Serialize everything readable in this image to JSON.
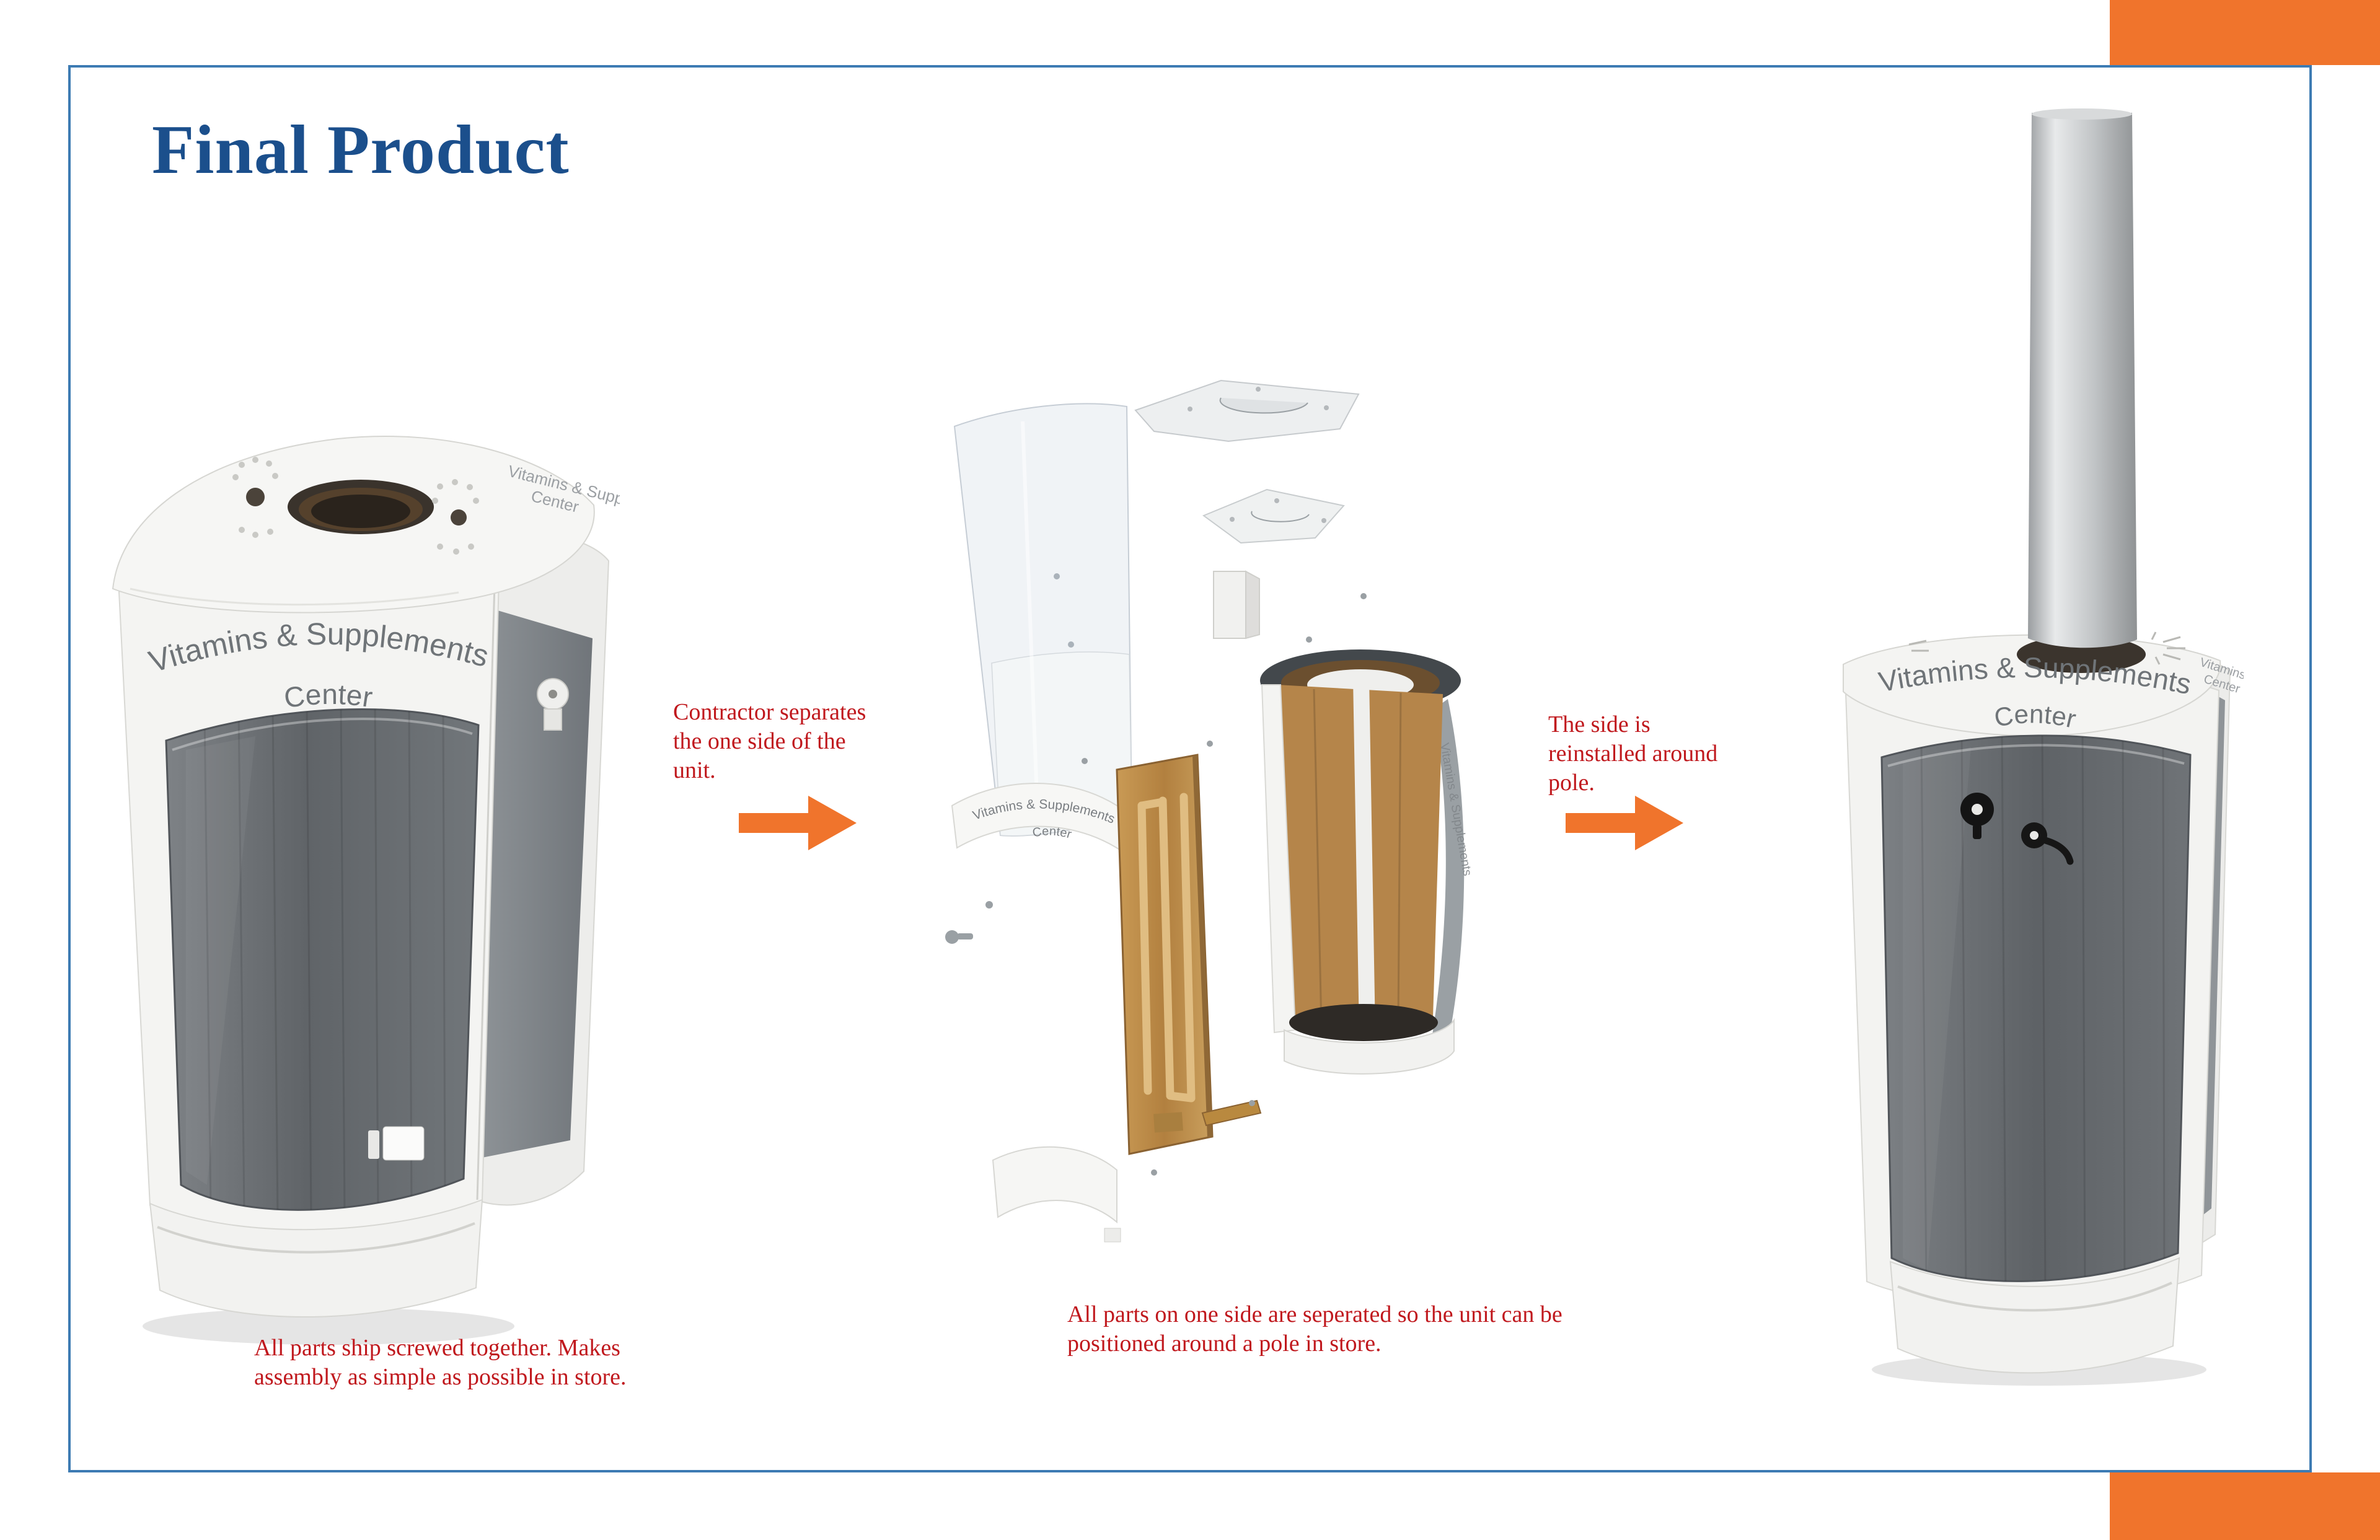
{
  "slide": {
    "title": "Final Product"
  },
  "product": {
    "sign_line1": "Vitamins & Supplements",
    "sign_line2": "Center"
  },
  "annotations": {
    "left_caption": "All parts ship screwed together. Makes assembly as simple as possible in store.",
    "middle_caption": "All parts on one side are seperated so the unit can be positioned around a pole in store.",
    "step1_label": "Contractor separates the one side of the unit.",
    "step2_label": "The side is reinstalled around pole."
  },
  "colors": {
    "accent_orange": "#f0742c",
    "frame_blue": "#3d7bb3",
    "title_blue": "#1b4f8c",
    "caption_red": "#c0181d"
  }
}
